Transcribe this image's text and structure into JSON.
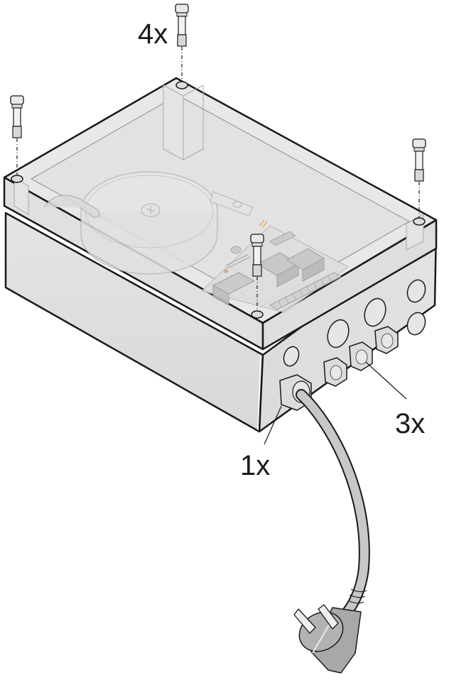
{
  "diagram": {
    "type": "assembly-illustration",
    "subject": "Electrical enclosure box with transparent lid, transformer and control board, lid screws, cable glands and power cord with plug",
    "callouts": [
      {
        "id": "lid-screws",
        "label": "4x",
        "refers_to": "lid screws"
      },
      {
        "id": "blind-glands",
        "label": "3x",
        "refers_to": "cable gland nuts"
      },
      {
        "id": "cord-gland",
        "label": "1x",
        "refers_to": "cable gland with power cord"
      }
    ],
    "colors": {
      "background": "#ffffff",
      "box_light": "#e6e6e6",
      "box_side": "#d6d6d6",
      "box_dark": "#c9c9c9",
      "outline": "#1a1a1a",
      "cable": "#c8c8c8",
      "plug": "#a8a8a8"
    }
  }
}
